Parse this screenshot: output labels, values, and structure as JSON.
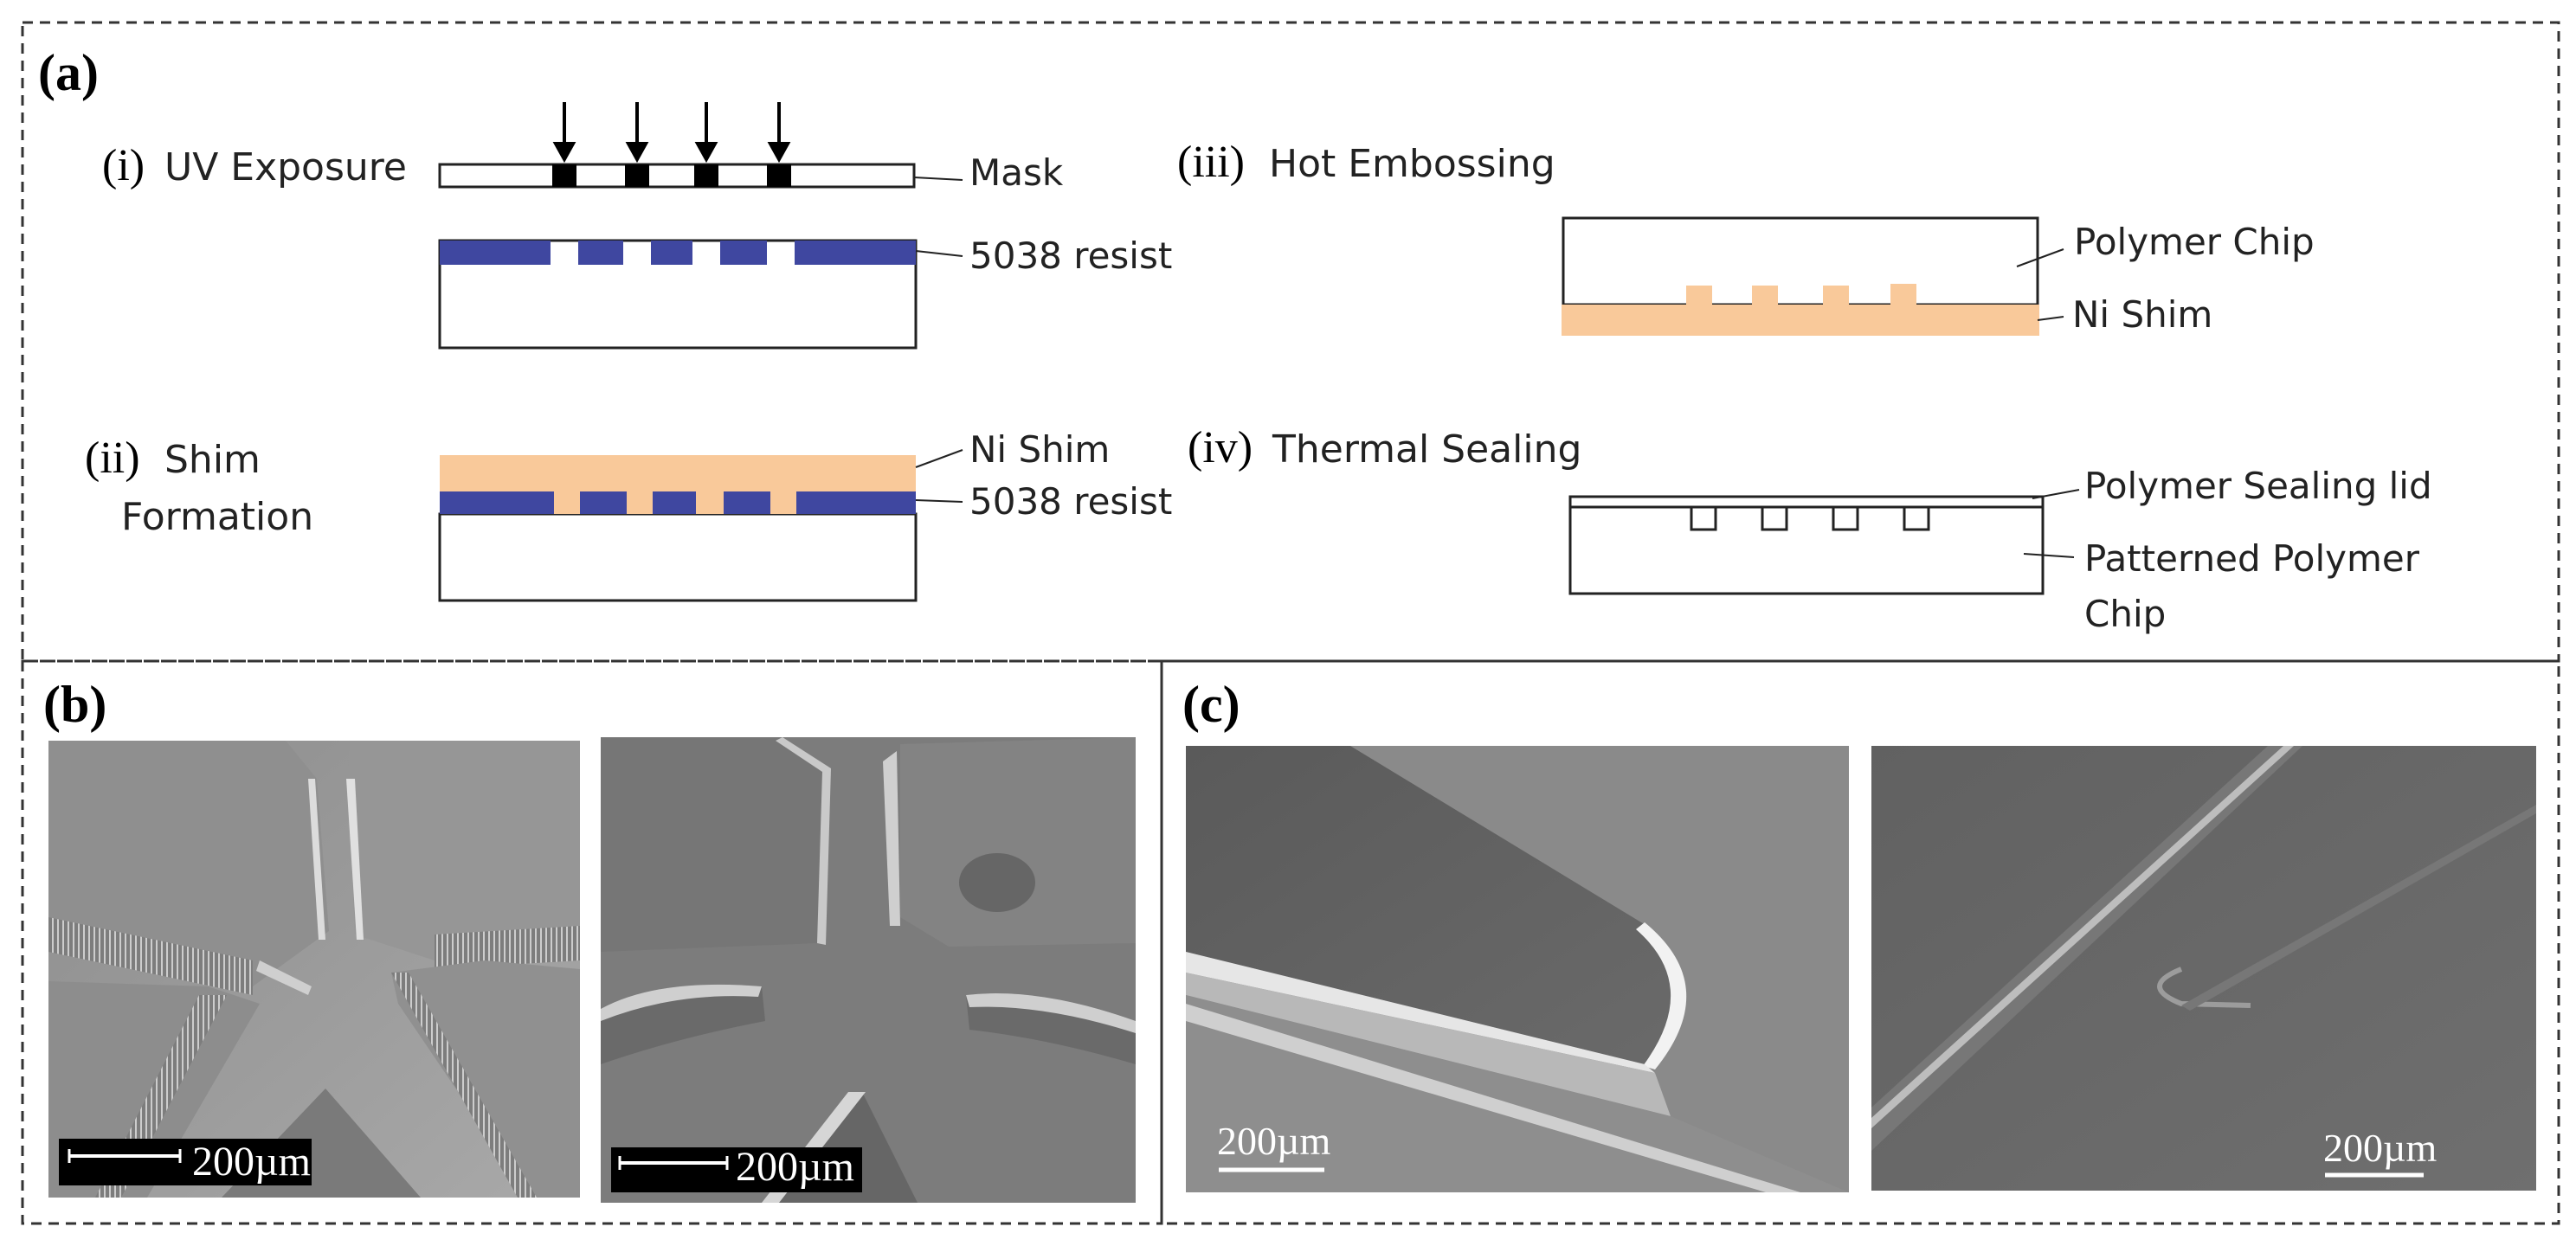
{
  "panels": {
    "a": {
      "label": "(a)",
      "steps": [
        {
          "num": "(i)",
          "name": "UV Exposure",
          "callouts": [
            "Mask",
            "5038 resist"
          ]
        },
        {
          "num": "(ii)",
          "name_line1": "Shim",
          "name_line2": "Formation",
          "callouts": [
            "Ni Shim",
            "5038 resist"
          ]
        },
        {
          "num": "(iii)",
          "name": "Hot Embossing",
          "callouts": [
            "Polymer Chip",
            "Ni Shim"
          ]
        },
        {
          "num": "(iv)",
          "name": "Thermal Sealing",
          "callouts": [
            "Polymer Sealing lid",
            "Patterned Polymer",
            "Chip"
          ]
        }
      ]
    },
    "b": {
      "label": "(b)",
      "scalebars": [
        "200µm",
        "200µm"
      ]
    },
    "c": {
      "label": "(c)",
      "scalebars": [
        "200µm",
        "200µm"
      ]
    }
  },
  "colors": {
    "resist": "#3f47a0",
    "nickel": "#f9c99a",
    "outline": "#222222",
    "dashed_border": "#333333"
  }
}
